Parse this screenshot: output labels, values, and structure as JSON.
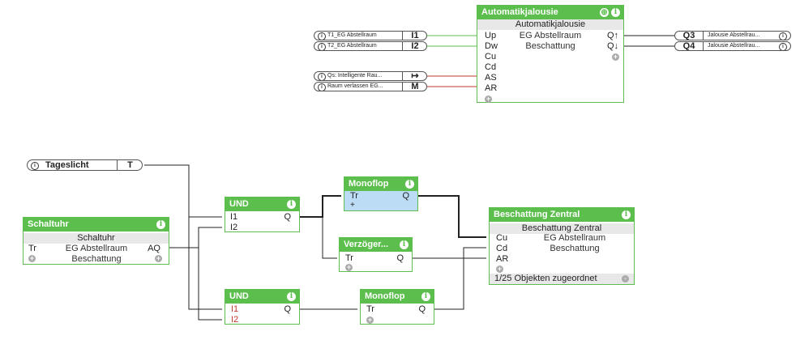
{
  "inputs_top": [
    {
      "text": "T1_EG Abstellraum",
      "badge": "I1"
    },
    {
      "text": "T2_EG Abstellraum",
      "badge": "I2"
    },
    {
      "text": "Qs: Intelligente Rau...",
      "badge": "↦"
    },
    {
      "text": "Raum verlassen EG...",
      "badge": "M"
    }
  ],
  "outputs_top": [
    {
      "badge": "Q3",
      "text": "Jalousie Abstellrau..."
    },
    {
      "badge": "Q4",
      "text": "Jalousie Abstellrau..."
    }
  ],
  "auto": {
    "title": "Automatikjalousie",
    "sub": "Automatikjalousie",
    "line1": "EG Abstellraum",
    "line2": "Beschattung",
    "in": [
      "Up",
      "Dw",
      "Cu",
      "Cd",
      "AS",
      "AR"
    ],
    "out": [
      "Q↑",
      "Q↓"
    ]
  },
  "tageslicht": {
    "text": "Tageslicht",
    "badge": "T"
  },
  "schaltuhr": {
    "title": "Schaltuhr",
    "sub": "Schaltuhr",
    "in": "Tr",
    "line1": "EG Abstellraum",
    "line2": "Beschattung",
    "out": "AQ"
  },
  "und1": {
    "title": "UND",
    "in": [
      "I1",
      "I2"
    ],
    "out": "Q"
  },
  "und2": {
    "title": "UND",
    "in": [
      "I1",
      "I2"
    ],
    "out": "Q"
  },
  "mono1": {
    "title": "Monoflop",
    "in": "Tr",
    "out": "Q"
  },
  "mono2": {
    "title": "Monoflop",
    "in": "Tr",
    "out": "Q"
  },
  "verz": {
    "title": "Verzöger...",
    "in": "Tr",
    "out": "Q"
  },
  "besch": {
    "title": "Beschattung Zentral",
    "sub": "Beschattung Zentral",
    "in": [
      "Cu",
      "Cd",
      "AR"
    ],
    "line1": "EG Abstellraum",
    "line2": "Beschattung",
    "footer": "1/25 Objekten zugeordnet"
  },
  "colors": {
    "block": "#5cbf4d",
    "wire_active": "#5cbf4d",
    "wire": "#222222",
    "wire_red": "#c0392b",
    "port": "#f0a030",
    "selected": "#bcdcf5"
  }
}
